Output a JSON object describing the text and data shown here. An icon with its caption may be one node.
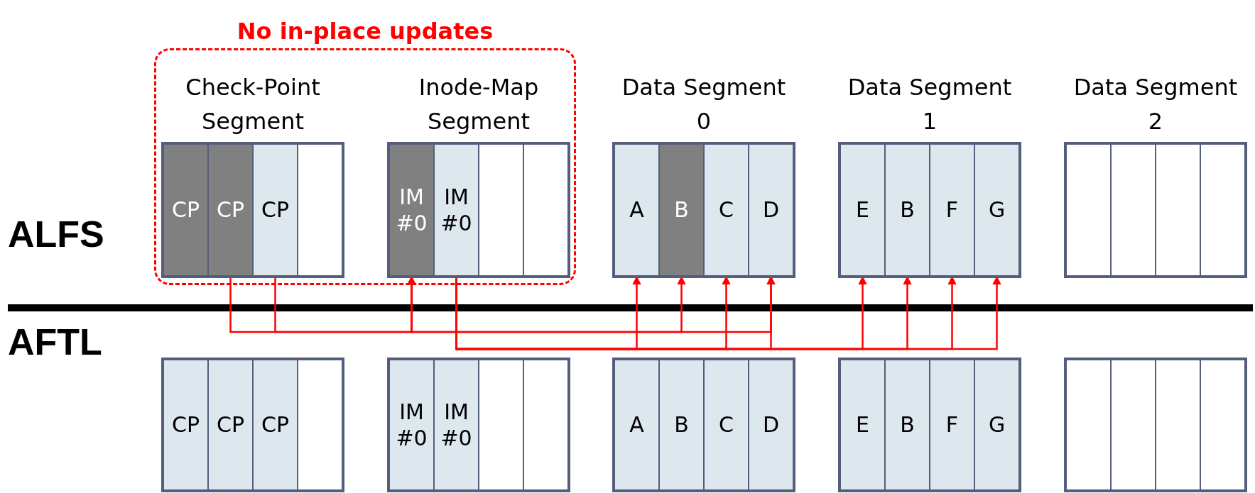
{
  "diagram": {
    "nodes": [
      {
        "text": [
          "No in-place updates"
        ]
      },
      {
        "text": [
          "Check-Point Segment"
        ],
        "in": 0
      },
      {
        "text": [
          "CP"
        ],
        "in": 1
      },
      {
        "text": [
          "CP"
        ],
        "in": 1
      },
      {
        "text": [
          "CP"
        ],
        "in": 1
      },
      {
        "text": [],
        "shape": "box",
        "in": 1
      },
      {
        "text": [
          "Inode-Map Segment"
        ],
        "in": 0
      },
      {
        "text": [
          "IM #0"
        ],
        "in": 6
      },
      {
        "text": [
          "IM #0"
        ],
        "in": 6
      },
      {
        "text": [],
        "shape": "box",
        "in": 6
      },
      {
        "text": [],
        "shape": "box",
        "in": 6
      },
      {
        "text": [
          "Data Segment 0"
        ]
      },
      {
        "text": [
          "A"
        ],
        "in": 11
      },
      {
        "text": [
          "B"
        ],
        "in": 11
      },
      {
        "text": [
          "C"
        ],
        "in": 11
      },
      {
        "text": [
          "D"
        ],
        "in": 11
      },
      {
        "text": [
          "Data Segment 1"
        ]
      },
      {
        "text": [
          "E"
        ],
        "in": 16
      },
      {
        "text": [
          "B"
        ],
        "in": 16
      },
      {
        "text": [
          "F"
        ],
        "in": 16
      },
      {
        "text": [
          "G"
        ],
        "in": 16
      },
      {
        "text": [
          "Data Segment 2"
        ]
      },
      {
        "text": [],
        "shape": "box",
        "in": 21
      },
      {
        "text": [],
        "shape": "box",
        "in": 21
      },
      {
        "text": [],
        "shape": "box",
        "in": 21
      },
      {
        "text": [],
        "shape": "box",
        "in": 21
      },
      {
        "text": [],
        "shape": "box"
      },
      {
        "text": [
          "CP"
        ],
        "in": 26
      },
      {
        "text": [
          "CP"
        ],
        "in": 26
      },
      {
        "text": [
          "CP"
        ],
        "in": 26
      },
      {
        "text": [],
        "shape": "box",
        "in": 26
      },
      {
        "text": [],
        "shape": "box"
      },
      {
        "text": [
          "IM #0"
        ],
        "in": 31
      },
      {
        "text": [
          "IM #0"
        ],
        "in": 31
      },
      {
        "text": [],
        "shape": "box",
        "in": 31
      },
      {
        "text": [],
        "shape": "box",
        "in": 31
      },
      {
        "text": [],
        "shape": "box"
      },
      {
        "text": [
          "A"
        ],
        "in": 36
      },
      {
        "text": [
          "B"
        ],
        "in": 36
      },
      {
        "text": [
          "C"
        ],
        "in": 36
      },
      {
        "text": [
          "D"
        ],
        "in": 36
      },
      {
        "text": [],
        "shape": "box"
      },
      {
        "text": [
          "E"
        ],
        "in": 41
      },
      {
        "text": [
          "B"
        ],
        "in": 41
      },
      {
        "text": [
          "F"
        ],
        "in": 41
      },
      {
        "text": [
          "G"
        ],
        "in": 41
      },
      {
        "text": [],
        "shape": "box"
      },
      {
        "text": [],
        "shape": "box",
        "in": 46
      },
      {
        "text": [],
        "shape": "box",
        "in": 46
      },
      {
        "text": [],
        "shape": "box",
        "in": 46
      },
      {
        "text": [],
        "shape": "box",
        "in": 46
      }
    ],
    "edges": [
      {
        "from": 3,
        "to": 7,
        "arrow": "to"
      },
      {
        "from": 4,
        "to": 7,
        "arrow": "to"
      },
      {
        "from": 7,
        "to": 13,
        "arrow": "to"
      },
      {
        "from": 7,
        "to": 15,
        "arrow": "to"
      },
      {
        "from": 8,
        "to": 12,
        "arrow": "to"
      },
      {
        "from": 8,
        "to": 14,
        "arrow": "to"
      },
      {
        "from": 8,
        "to": 15,
        "arrow": "to"
      },
      {
        "from": 8,
        "to": 17,
        "arrow": "to"
      },
      {
        "from": 8,
        "to": 18,
        "arrow": "to"
      },
      {
        "from": 8,
        "to": 19,
        "arrow": "to"
      },
      {
        "from": 8,
        "to": 20,
        "arrow": "to"
      }
    ],
    "labels": [
      "ALFS",
      "AFTL"
    ]
  }
}
